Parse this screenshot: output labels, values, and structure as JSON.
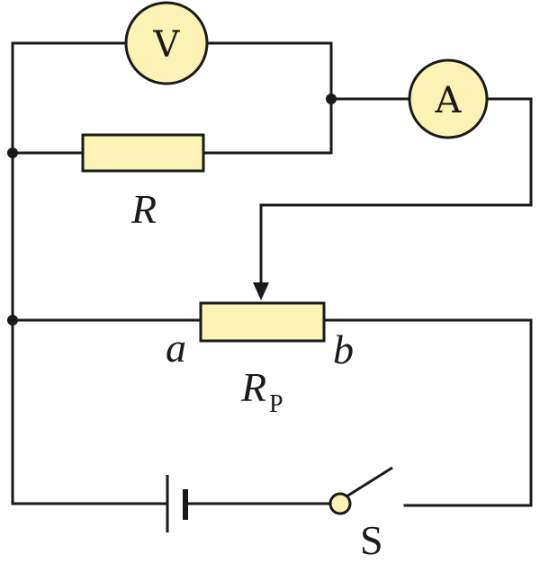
{
  "diagram": {
    "voltmeter": {
      "symbol": "V",
      "icon": "voltmeter-icon"
    },
    "ammeter": {
      "symbol": "A",
      "icon": "ammeter-icon"
    },
    "resistor": {
      "label": "R"
    },
    "rheostat": {
      "label": "R",
      "label_subscript": "P",
      "end_a": "a",
      "end_b": "b"
    },
    "switch": {
      "label": "S",
      "state": "open"
    },
    "battery": {
      "icon": "battery-icon"
    },
    "colors": {
      "component_fill": "#fbf3b4",
      "wire": "#1a1a1a"
    }
  }
}
